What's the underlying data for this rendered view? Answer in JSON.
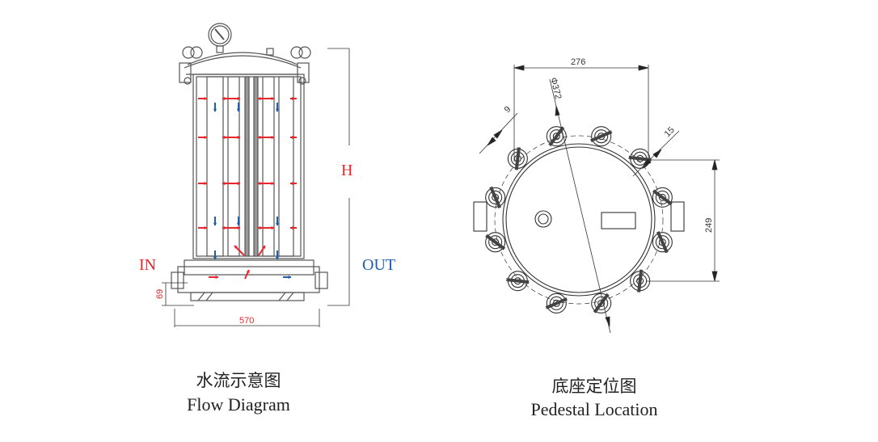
{
  "flow_diagram": {
    "caption_cn": "水流示意图",
    "caption_en": "Flow Diagram",
    "label_in": "IN",
    "label_out": "OUT",
    "label_height": "H",
    "dim_width": "570",
    "dim_base": "69",
    "colors": {
      "inflow": "#e8262b",
      "outflow": "#1f5fae",
      "line": "#555555"
    }
  },
  "pedestal": {
    "caption_cn": "底座定位图",
    "caption_en": "Pedestal Location",
    "dim_span": "276",
    "dim_diameter": "Φ372",
    "dim_hole": "9",
    "dim_lug": "15",
    "dim_vertical": "249"
  }
}
